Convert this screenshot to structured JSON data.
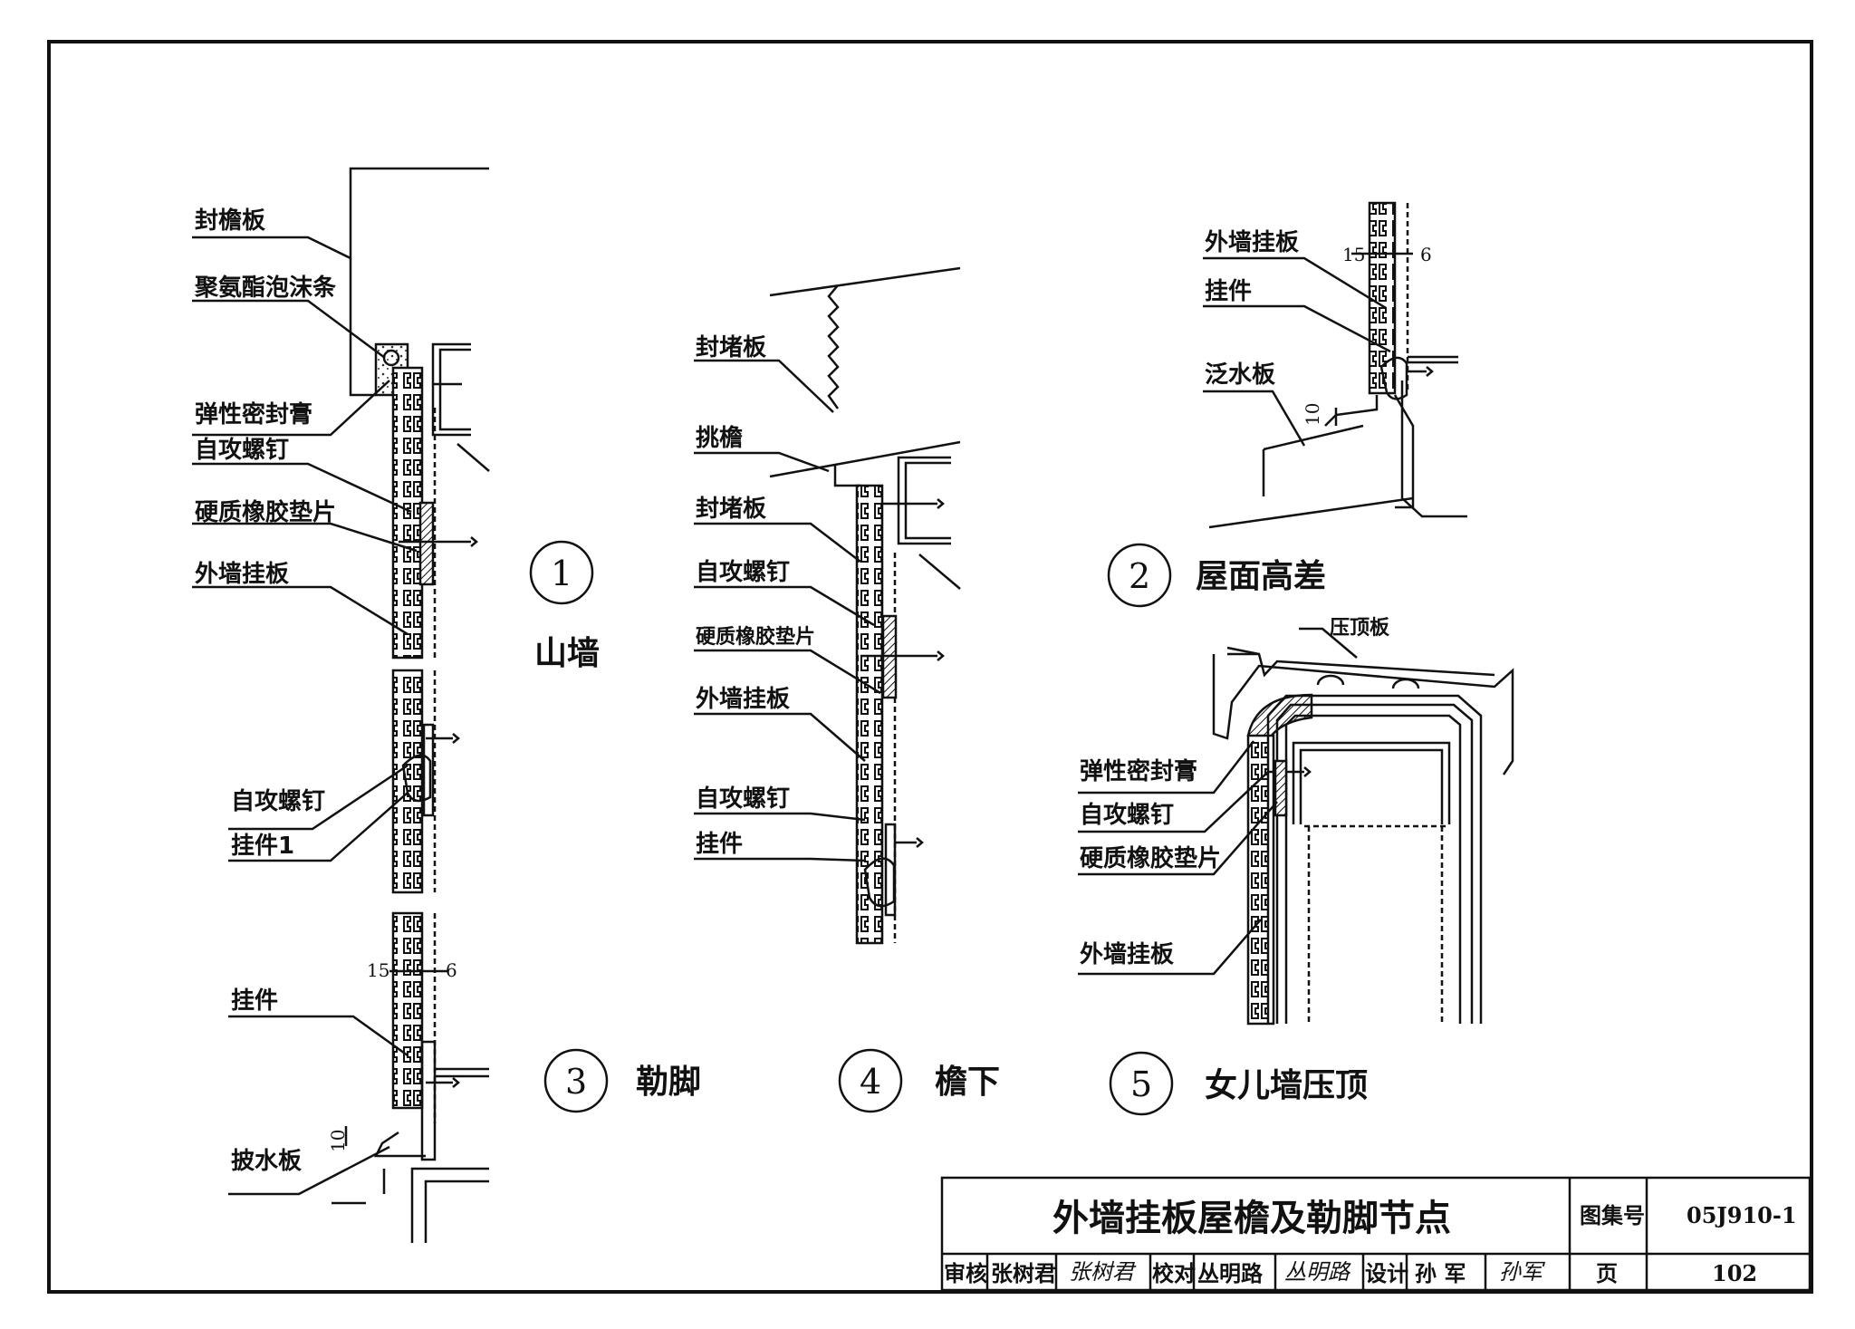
{
  "details": {
    "d1": {
      "num": "1",
      "title": "山墙",
      "labels": [
        "封檐板",
        "聚氨酯泡沫条",
        "弹性密封膏",
        "自攻螺钉",
        "硬质橡胶垫片",
        "外墙挂板",
        "自攻螺钉",
        "挂件1"
      ]
    },
    "d2": {
      "num": "2",
      "title": "屋面高差",
      "labels": [
        "外墙挂板",
        "挂件",
        "泛水板"
      ],
      "dims": [
        "15",
        "6",
        "10"
      ]
    },
    "d3": {
      "num": "3",
      "title": "勒脚",
      "labels": [
        "挂件",
        "披水板"
      ],
      "dims": [
        "15",
        "6",
        "10"
      ]
    },
    "d4": {
      "num": "4",
      "title": "檐下",
      "labels": [
        "封堵板",
        "挑檐",
        "封堵板",
        "自攻螺钉",
        "硬质橡胶垫片",
        "外墙挂板",
        "自攻螺钉",
        "挂件"
      ]
    },
    "d5": {
      "num": "5",
      "title": "女儿墙压顶",
      "labels": [
        "压顶板",
        "弹性密封膏",
        "自攻螺钉",
        "硬质橡胶垫片",
        "外墙挂板"
      ]
    }
  },
  "title_block": {
    "title": "外墙挂板屋檐及勒脚节点",
    "atlas_label": "图集号",
    "atlas_no": "05J910-1",
    "page_label": "页",
    "page_no": "102",
    "review_label": "审核",
    "reviewer": "张树君",
    "check_label": "校对",
    "checker": "丛明路",
    "design_label": "设计",
    "designer": "孙 军",
    "sig1": "张树君",
    "sig2": "丛明路",
    "sig3": "孙军"
  },
  "colors": {
    "ink": "#111111",
    "paper": "#ffffff"
  }
}
